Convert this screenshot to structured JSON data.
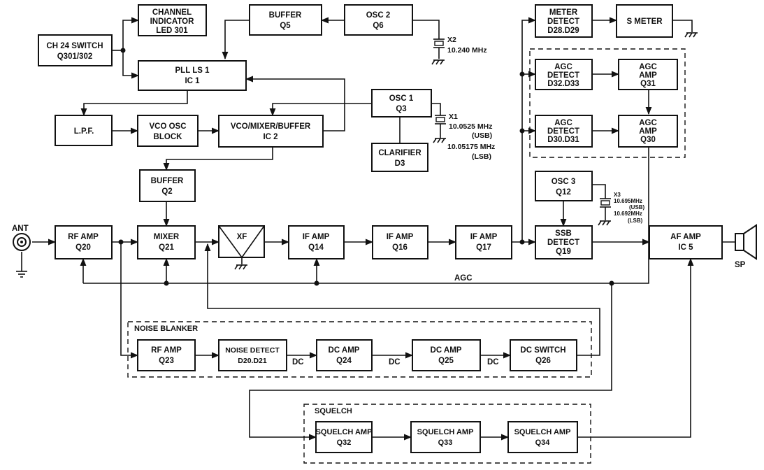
{
  "blocks": {
    "ch24_switch": [
      "CH 24 SWITCH",
      "Q301/302"
    ],
    "channel_indicator": [
      "CHANNEL",
      "INDICATOR",
      "LED 301"
    ],
    "buffer_q5": [
      "BUFFER",
      "Q5"
    ],
    "osc2": [
      "OSC 2",
      "Q6"
    ],
    "pll": [
      "PLL LS 1",
      "IC 1"
    ],
    "osc1": [
      "OSC 1",
      "Q3"
    ],
    "lpf": [
      "L.P.F."
    ],
    "vco_osc": [
      "VCO OSC",
      "BLOCK"
    ],
    "vco_mixer": [
      "VCO/MIXER/BUFFER",
      "IC 2"
    ],
    "clarifier": [
      "CLARIFIER",
      "D3"
    ],
    "buffer_q2": [
      "BUFFER",
      "Q2"
    ],
    "rf_amp_q20": [
      "RF AMP",
      "Q20"
    ],
    "mixer_q21": [
      "MIXER",
      "Q21"
    ],
    "xf": [
      "XF"
    ],
    "if_amp_q14": [
      "IF AMP",
      "Q14"
    ],
    "if_amp_q16": [
      "IF AMP",
      "Q16"
    ],
    "if_amp_q17": [
      "IF AMP",
      "Q17"
    ],
    "meter_detect": [
      "METER",
      "DETECT",
      "D28.D29"
    ],
    "s_meter": [
      "S METER"
    ],
    "agc_detect_1": [
      "AGC",
      "DETECT",
      "D32.D33"
    ],
    "agc_amp_q31": [
      "AGC",
      "AMP",
      "Q31"
    ],
    "agc_detect_2": [
      "AGC",
      "DETECT",
      "D30.D31"
    ],
    "agc_amp_q30": [
      "AGC",
      "AMP",
      "Q30"
    ],
    "osc3": [
      "OSC 3",
      "Q12"
    ],
    "ssb_detect": [
      "SSB",
      "DETECT",
      "Q19"
    ],
    "af_amp": [
      "AF AMP",
      "IC 5"
    ],
    "rf_amp_q23": [
      "RF AMP",
      "Q23"
    ],
    "noise_detect": [
      "NOISE DETECT",
      "D20.D21"
    ],
    "dc_amp_q24": [
      "DC AMP",
      "Q24"
    ],
    "dc_amp_q25": [
      "DC AMP",
      "Q25"
    ],
    "dc_switch": [
      "DC SWITCH",
      "Q26"
    ],
    "squelch_q32": [
      "SQUELCH AMP",
      "Q32"
    ],
    "squelch_q33": [
      "SQUELCH AMP",
      "Q33"
    ],
    "squelch_q34": [
      "SQUELCH AMP",
      "Q34"
    ]
  },
  "crystals": {
    "x2": [
      "X2",
      "10.240 MHz"
    ],
    "x1": [
      "X1",
      "10.0525 MHz",
      "(USB)",
      "10.05175 MHz",
      "(LSB)"
    ],
    "x3": [
      "X3",
      "10.695MHz",
      "(USB)",
      "10.692MHz",
      "(LSB)"
    ]
  },
  "labels": {
    "ant": "ANT",
    "sp": "SP",
    "agc": "AGC",
    "dc": "DC",
    "noise_blanker": "NOISE BLANKER",
    "squelch": "SQUELCH"
  }
}
